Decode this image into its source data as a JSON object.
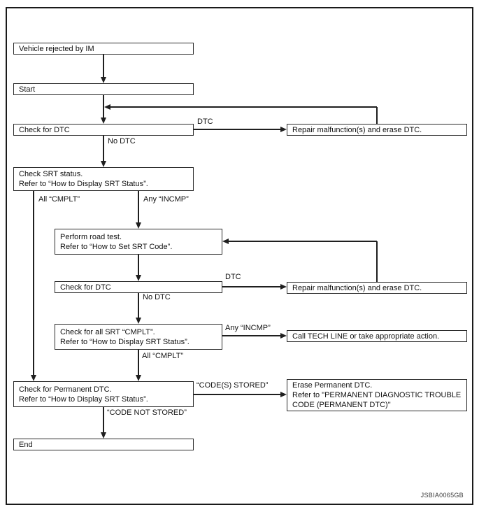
{
  "figure_code": "JSBIA0065GB",
  "nodes": [
    {
      "id": "vehicle-rejected",
      "lines": [
        "Vehicle rejected by IM"
      ]
    },
    {
      "id": "start",
      "lines": [
        "Start"
      ]
    },
    {
      "id": "check-dtc-1",
      "lines": [
        "Check for DTC"
      ]
    },
    {
      "id": "repair-erase-dtc-1",
      "lines": [
        "Repair malfunction(s) and erase DTC."
      ]
    },
    {
      "id": "check-srt-status",
      "lines": [
        "Check SRT status.",
        "Refer to “How to Display SRT Status”."
      ]
    },
    {
      "id": "perform-road-test",
      "lines": [
        "Perform road test.",
        "Refer to “How to Set SRT Code”."
      ]
    },
    {
      "id": "check-dtc-2",
      "lines": [
        "Check for DTC"
      ]
    },
    {
      "id": "repair-erase-dtc-2",
      "lines": [
        "Repair malfunction(s) and erase DTC."
      ]
    },
    {
      "id": "check-all-srt-cmplt",
      "lines": [
        "Check for all SRT “CMPLT”.",
        "Refer to “How to Display SRT Status”."
      ]
    },
    {
      "id": "call-tech-line",
      "lines": [
        "Call TECH LINE or take appropriate action."
      ]
    },
    {
      "id": "check-permanent-dtc",
      "lines": [
        "Check for Permanent DTC.",
        "Refer to “How to Display SRT Status”."
      ]
    },
    {
      "id": "erase-permanent-dtc",
      "lines": [
        "Erase Permanent DTC.",
        "Refer to \"PERMANENT DIAGNOSTIC TROUBLE",
        "CODE (PERMANENT DTC)\""
      ]
    },
    {
      "id": "end",
      "lines": [
        "End"
      ]
    }
  ],
  "edge_labels": {
    "dtc_1": "DTC",
    "no_dtc_1": "No DTC",
    "all_cmplt_1": "All “CMPLT”",
    "any_incmp_1": "Any “INCMP”",
    "dtc_2": "DTC",
    "no_dtc_2": "No DTC",
    "any_incmp_2": "Any “INCMP”",
    "all_cmplt_2": "All “CMPLT”",
    "codes_stored": "“CODE(S) STORED”",
    "code_not_stored": "“CODE NOT STORED”"
  }
}
